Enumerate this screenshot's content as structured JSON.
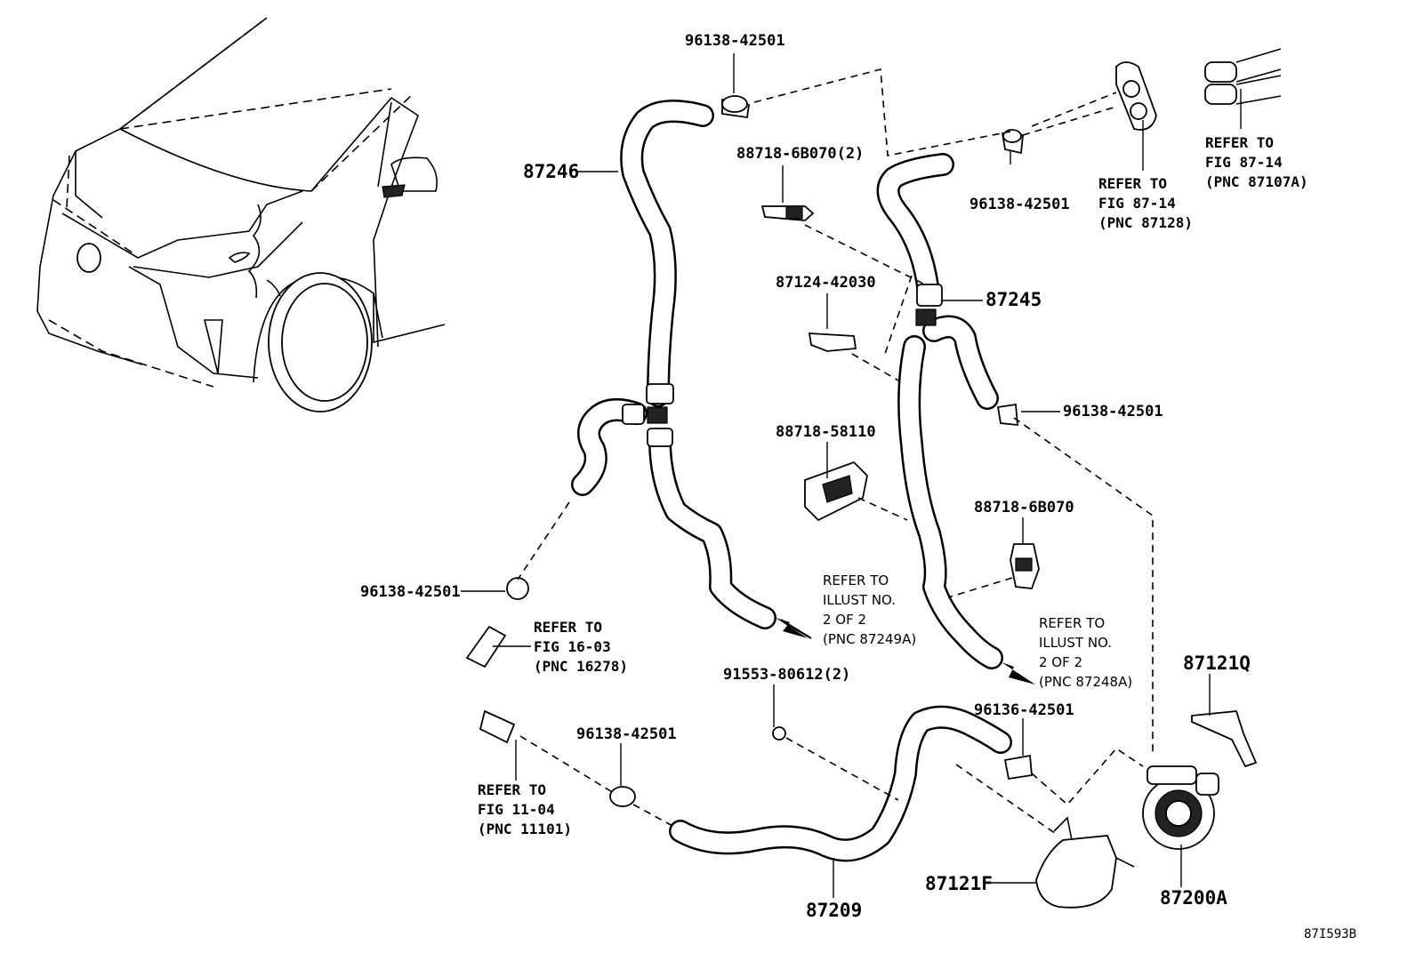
{
  "diagram_code": "87I593B",
  "parts": {
    "p_87246": "87246",
    "p_87245": "87245",
    "p_87209": "87209",
    "p_87121F": "87121F",
    "p_87200A": "87200A",
    "p_87121Q": "87121Q",
    "clip_top": "96138-42501",
    "clip_mid_upper": "96138-42501",
    "clip_right": "96138-42501",
    "clip_left": "96138-42501",
    "clip_bottom": "96138-42501",
    "clip_87121f": "96136-42501",
    "clamp_88718_6b070_2": "88718-6B070(2)",
    "clamp_88718_6b070": "88718-6B070",
    "clamp_88718_58110": "88718-58110",
    "clamp_87124_42030": "87124-42030",
    "bolt_91553": "91553-80612(2)"
  },
  "refs": {
    "fig_87_14_a": [
      "REFER TO",
      "FIG 87-14",
      "(PNC 87107A)"
    ],
    "fig_87_14_b": [
      "REFER TO",
      "FIG 87-14",
      "(PNC 87128)"
    ],
    "fig_16_03": [
      "REFER TO",
      "FIG 16-03",
      "(PNC 16278)"
    ],
    "fig_11_04": [
      "REFER TO",
      "FIG 11-04",
      "(PNC 11101)"
    ],
    "illust_87249a": [
      "REFER TO",
      "ILLUST NO.",
      "2 OF 2",
      "(PNC 87249A)"
    ],
    "illust_87248a": [
      "REFER TO",
      "ILLUST NO.",
      "2 OF 2",
      "(PNC 87248A)"
    ]
  }
}
